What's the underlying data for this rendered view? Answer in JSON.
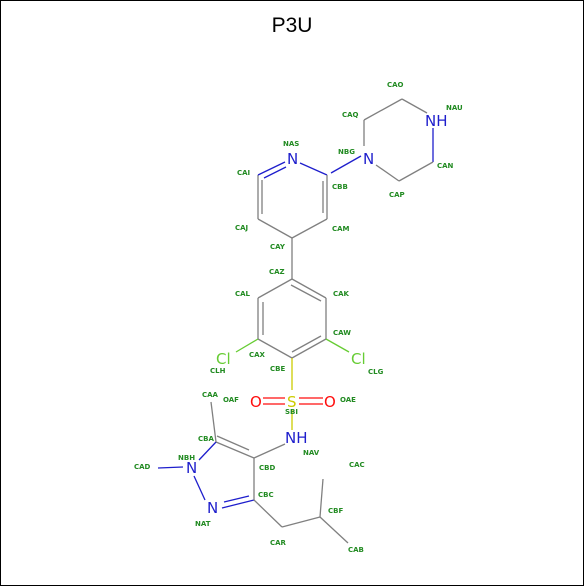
{
  "title": "P3U",
  "colors": {
    "carbon_bond": "#808080",
    "nitrogen": "#1e1ecc",
    "oxygen": "#ff0d0d",
    "sulfur": "#cccc00",
    "chlorine": "#66cc33",
    "atom_label": "#228b22"
  },
  "heteroatoms": [
    {
      "id": "N1",
      "text": "N",
      "element": "nitrogen"
    },
    {
      "id": "N2",
      "text": "N",
      "element": "nitrogen"
    },
    {
      "id": "N3",
      "text": "NH",
      "element": "nitrogen"
    },
    {
      "id": "Cl1",
      "text": "Cl",
      "element": "chlorine"
    },
    {
      "id": "Cl2",
      "text": "Cl",
      "element": "chlorine"
    },
    {
      "id": "S1",
      "text": "S",
      "element": "sulfur"
    },
    {
      "id": "O1",
      "text": "O",
      "element": "oxygen"
    },
    {
      "id": "O2",
      "text": "O",
      "element": "oxygen"
    },
    {
      "id": "N4",
      "text": "NH",
      "element": "nitrogen"
    },
    {
      "id": "N5",
      "text": "N",
      "element": "nitrogen"
    },
    {
      "id": "N6",
      "text": "N",
      "element": "nitrogen"
    }
  ],
  "atom_labels": [
    "CAO",
    "CAQ",
    "NAU",
    "NAS",
    "NBG",
    "CAI",
    "CBB",
    "CAN",
    "CAP",
    "CAJ",
    "CAM",
    "CAY",
    "CAZ",
    "CAL",
    "CAK",
    "CAW",
    "CL",
    "CAX",
    "CLH",
    "CBE",
    "CLG",
    "CAA",
    "OAF",
    "SBI",
    "OAE",
    "CBA",
    "NBH",
    "NH",
    "NAV",
    "CAD",
    "CBD",
    "CAC",
    "CBC",
    "CBF",
    "NAT",
    "CAR",
    "CAB"
  ]
}
